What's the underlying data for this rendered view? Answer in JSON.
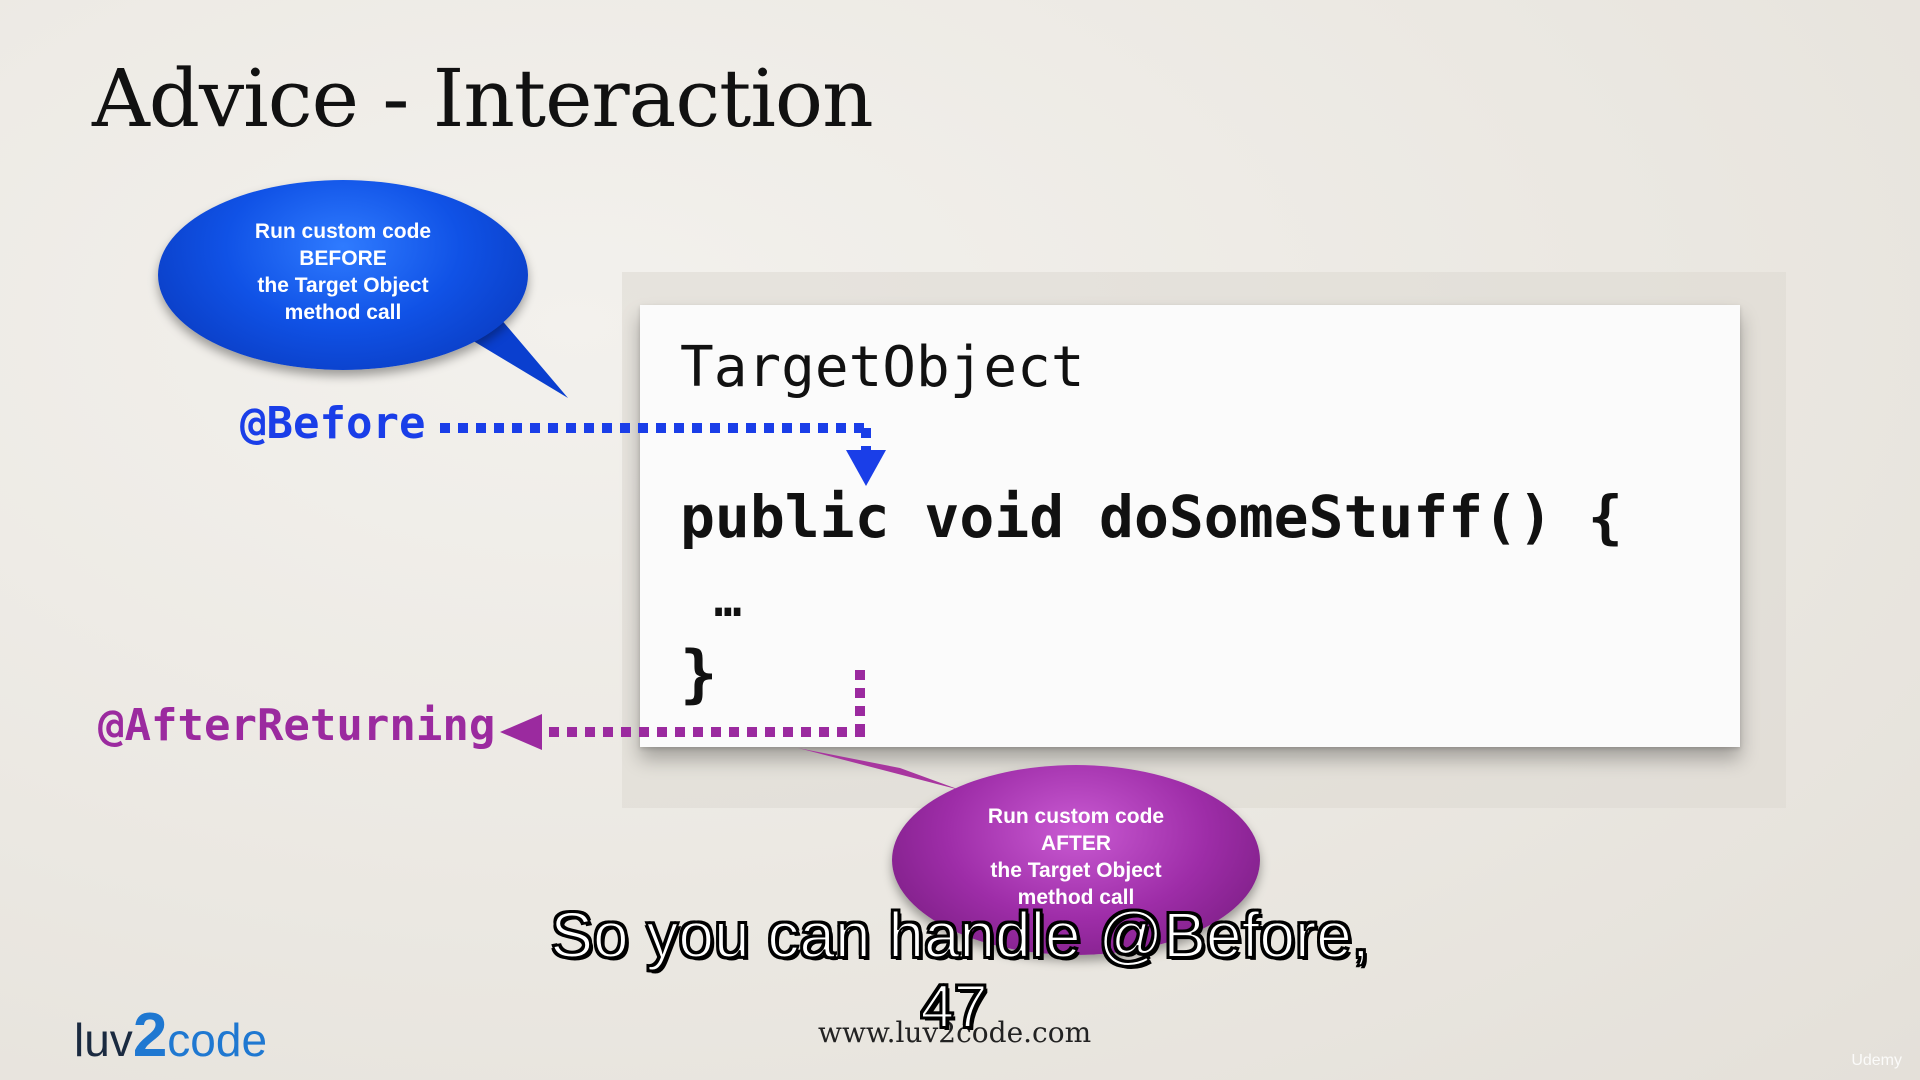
{
  "slide": {
    "title": "Advice - Interaction",
    "footer_url": "www.luv2code.com",
    "page_number": "47"
  },
  "code": {
    "class_name": "TargetObject",
    "method_signature": "public void doSomeStuff() {",
    "ellipsis": "…",
    "closing_brace": "}"
  },
  "callouts": {
    "before": {
      "lines": [
        "Run custom code",
        "BEFORE",
        "the Target Object",
        "method call"
      ]
    },
    "after": {
      "lines": [
        "Run custom code",
        "AFTER",
        "the Target Object",
        "method call"
      ]
    }
  },
  "annotations": {
    "before": "@Before",
    "after_returning": "@AfterReturning"
  },
  "caption": "So you can handle @Before,",
  "logo": {
    "prefix": "luv",
    "accent": "2",
    "suffix": "code"
  },
  "watermark": "Udemy",
  "colors": {
    "before_blue": "#1a3ee8",
    "after_purple": "#9b2a9f",
    "background": "#ece9e4"
  }
}
